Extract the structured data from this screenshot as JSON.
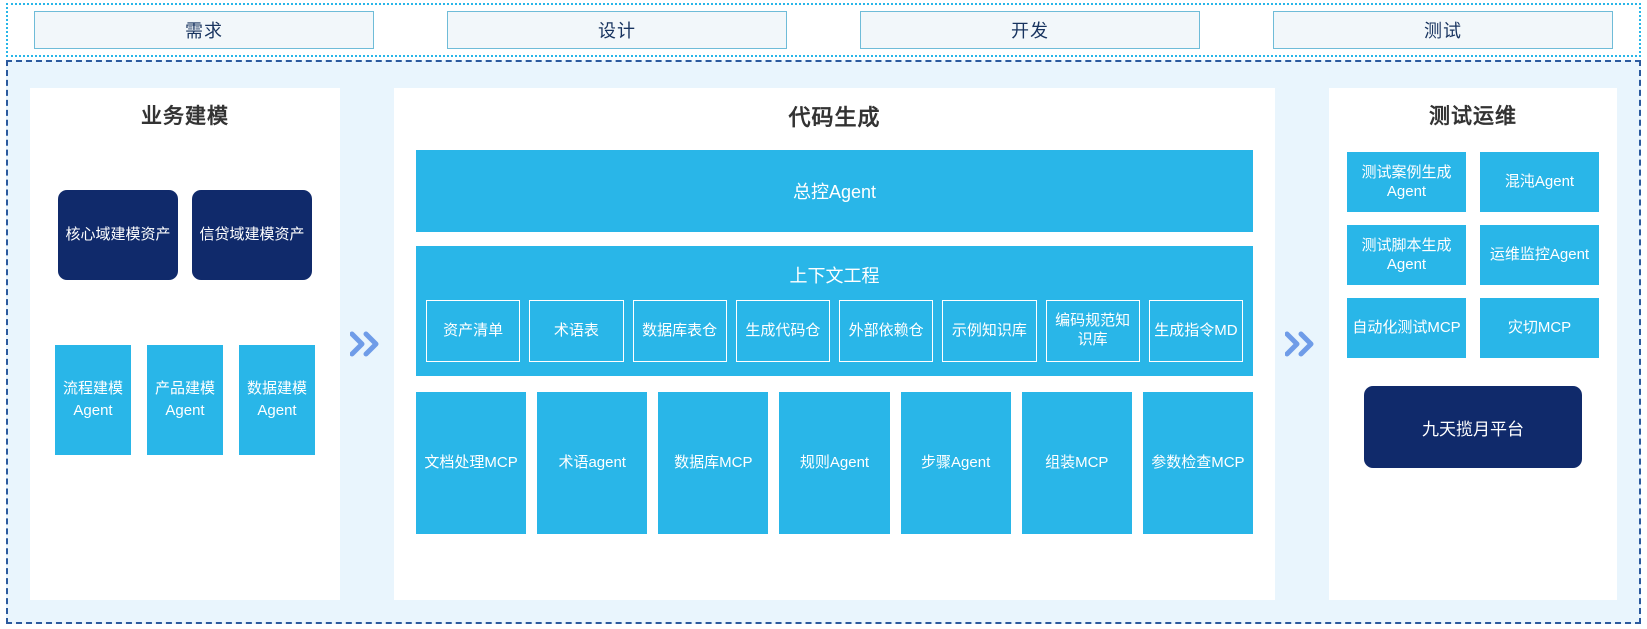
{
  "phases": [
    {
      "label": "需求"
    },
    {
      "label": "设计"
    },
    {
      "label": "开发"
    },
    {
      "label": "测试"
    }
  ],
  "arrows": {
    "glyph": "chevron-double-right",
    "color": "#6f9ce8"
  },
  "colors": {
    "cyan": "#29b6e8",
    "navy": "#102a6b",
    "panel_bg": "#ffffff",
    "area_bg": "#e9f5fd",
    "area_border": "#2b5a9e",
    "phase_border": "#29b6e8",
    "phase_fill": "#f2f7fa",
    "phase_text": "#17335f",
    "title_text": "#333333"
  },
  "left_panel": {
    "title": "业务建模",
    "assets": [
      {
        "label": "核心域建模资产"
      },
      {
        "label": "信贷域建模资产"
      }
    ],
    "agents": [
      {
        "label": "流程建模Agent"
      },
      {
        "label": "产品建模Agent"
      },
      {
        "label": "数据建模Agent"
      }
    ]
  },
  "center_panel": {
    "title": "代码生成",
    "master_agent": "总控Agent",
    "context_title": "上下文工程",
    "context_items": [
      {
        "label": "资产清单"
      },
      {
        "label": "术语表"
      },
      {
        "label": "数据库表仓"
      },
      {
        "label": "生成代码仓"
      },
      {
        "label": "外部依赖仓"
      },
      {
        "label": "示例知识库"
      },
      {
        "label": "编码规范知识库"
      },
      {
        "label": "生成指令MD"
      }
    ],
    "tools": [
      {
        "label": "文档处理MCP"
      },
      {
        "label": "术语agent"
      },
      {
        "label": "数据库MCP"
      },
      {
        "label": "规则Agent"
      },
      {
        "label": "步骤Agent"
      },
      {
        "label": "组装MCP"
      },
      {
        "label": "参数检查MCP"
      }
    ]
  },
  "right_panel": {
    "title": "测试运维",
    "cards": [
      {
        "label": "测试案例生成Agent"
      },
      {
        "label": "混沌Agent"
      },
      {
        "label": "测试脚本生成Agent"
      },
      {
        "label": "运维监控Agent"
      },
      {
        "label": "自动化测试MCP"
      },
      {
        "label": "灾切MCP"
      }
    ],
    "platform": "九天揽月平台"
  }
}
